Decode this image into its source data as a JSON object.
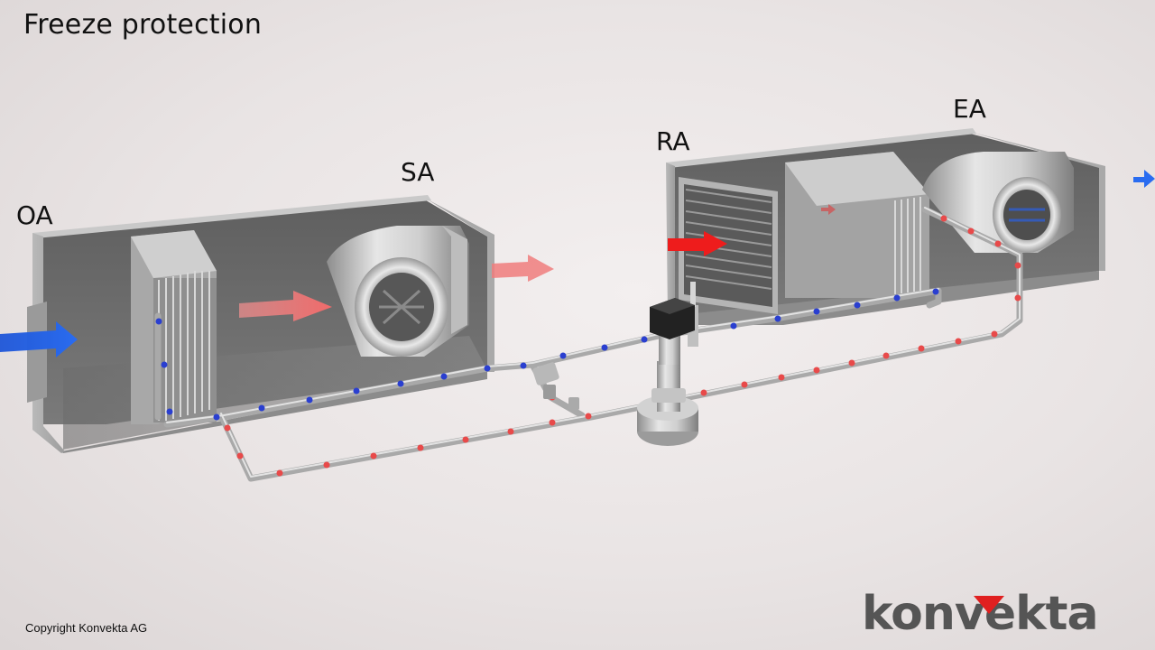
{
  "title": "Freeze protection",
  "labels": {
    "outdoor_air": "OA",
    "supply_air": "SA",
    "return_air": "RA",
    "exhaust_air": "EA"
  },
  "copyright": "Copyright Konvekta AG",
  "brand": {
    "name": "konvekta",
    "accent_color": "#e02020"
  },
  "colors": {
    "cold_flow": "#1e56d8",
    "warm_flow": "#f06a6a",
    "hot_flow": "#ee1c1c",
    "cold_marker": "#2a3fd0",
    "warm_marker": "#e84a4a"
  }
}
